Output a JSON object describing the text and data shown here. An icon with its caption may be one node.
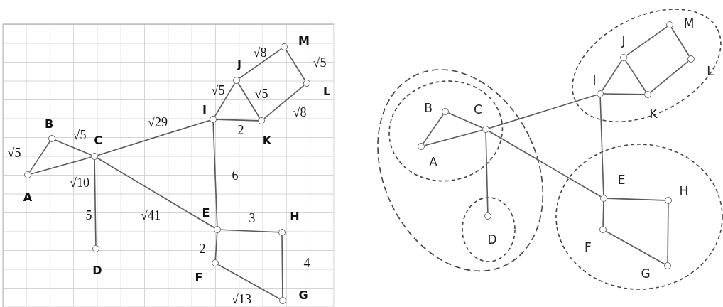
{
  "diagram": {
    "nodes": [
      {
        "text": [],
        "shape": "circle",
        "beside": [
          "A"
        ]
      },
      {
        "text": [],
        "shape": "circle",
        "beside": [
          "B"
        ]
      },
      {
        "text": [],
        "shape": "circle",
        "beside": [
          "C"
        ]
      },
      {
        "text": [],
        "shape": "circle",
        "beside": [
          "D"
        ]
      },
      {
        "text": [],
        "shape": "circle",
        "beside": [
          "E"
        ]
      },
      {
        "text": [],
        "shape": "circle",
        "beside": [
          "F"
        ]
      },
      {
        "text": [],
        "shape": "circle",
        "beside": [
          "G"
        ]
      },
      {
        "text": [],
        "shape": "circle",
        "beside": [
          "H"
        ]
      },
      {
        "text": [],
        "shape": "circle",
        "beside": [
          "I"
        ]
      },
      {
        "text": [],
        "shape": "circle",
        "beside": [
          "J"
        ]
      },
      {
        "text": [],
        "shape": "circle",
        "beside": [
          "K"
        ]
      },
      {
        "text": [],
        "shape": "circle",
        "beside": [
          "L"
        ]
      },
      {
        "text": [],
        "shape": "circle",
        "beside": [
          "M"
        ]
      },
      {
        "text": [],
        "shape": "ellipse"
      },
      {
        "text": [],
        "shape": "ellipse",
        "in": 13
      },
      {
        "text": [],
        "shape": "circle",
        "beside": [
          "A"
        ],
        "in": 14
      },
      {
        "text": [],
        "shape": "circle",
        "beside": [
          "B"
        ],
        "in": 14
      },
      {
        "text": [],
        "shape": "circle",
        "beside": [
          "C"
        ],
        "in": 14
      },
      {
        "text": [],
        "shape": "ellipse",
        "in": 13
      },
      {
        "text": [],
        "shape": "circle",
        "beside": [
          "D"
        ],
        "in": 18
      },
      {
        "text": [],
        "shape": "ellipse"
      },
      {
        "text": [],
        "shape": "circle",
        "beside": [
          "E"
        ],
        "in": 20
      },
      {
        "text": [],
        "shape": "circle",
        "beside": [
          "F"
        ],
        "in": 20
      },
      {
        "text": [],
        "shape": "circle",
        "beside": [
          "G"
        ],
        "in": 20
      },
      {
        "text": [],
        "shape": "circle",
        "beside": [
          "H"
        ],
        "in": 20
      },
      {
        "text": [],
        "shape": "ellipse"
      },
      {
        "text": [],
        "shape": "circle",
        "beside": [
          "I"
        ],
        "in": 25
      },
      {
        "text": [],
        "shape": "circle",
        "beside": [
          "J"
        ],
        "in": 25
      },
      {
        "text": [],
        "shape": "circle",
        "beside": [
          "K"
        ],
        "in": 25
      },
      {
        "text": [],
        "shape": "circle",
        "beside": [
          "L"
        ],
        "in": 25
      },
      {
        "text": [],
        "shape": "circle",
        "beside": [
          "M"
        ],
        "in": 25
      }
    ],
    "edges": [
      {
        "from": 0,
        "to": 1,
        "arrow": "none",
        "label": "√5"
      },
      {
        "from": 1,
        "to": 2,
        "arrow": "none",
        "label": "√5"
      },
      {
        "from": 0,
        "to": 2,
        "arrow": "none",
        "label": "√10"
      },
      {
        "from": 2,
        "to": 3,
        "arrow": "none",
        "label": "5"
      },
      {
        "from": 2,
        "to": 8,
        "arrow": "none",
        "label": "√29"
      },
      {
        "from": 2,
        "to": 4,
        "arrow": "none",
        "label": "√41"
      },
      {
        "from": 8,
        "to": 4,
        "arrow": "none",
        "label": "6"
      },
      {
        "from": 8,
        "to": 9,
        "arrow": "none",
        "label": "√5"
      },
      {
        "from": 8,
        "to": 10,
        "arrow": "none",
        "label": "2"
      },
      {
        "from": 9,
        "to": 10,
        "arrow": "none",
        "label": "√5"
      },
      {
        "from": 9,
        "to": 12,
        "arrow": "none",
        "label": "√8"
      },
      {
        "from": 12,
        "to": 11,
        "arrow": "none",
        "label": "√5"
      },
      {
        "from": 11,
        "to": 10,
        "arrow": "none",
        "label": "√8"
      },
      {
        "from": 4,
        "to": 7,
        "arrow": "none",
        "label": "3"
      },
      {
        "from": 4,
        "to": 5,
        "arrow": "none",
        "label": "2"
      },
      {
        "from": 7,
        "to": 6,
        "arrow": "none",
        "label": "4"
      },
      {
        "from": 5,
        "to": 6,
        "arrow": "none",
        "label": "√13"
      },
      {
        "from": 15,
        "to": 16,
        "arrow": "none"
      },
      {
        "from": 16,
        "to": 17,
        "arrow": "none"
      },
      {
        "from": 15,
        "to": 17,
        "arrow": "none"
      },
      {
        "from": 17,
        "to": 19,
        "arrow": "none"
      },
      {
        "from": 17,
        "to": 26,
        "arrow": "none"
      },
      {
        "from": 17,
        "to": 21,
        "arrow": "none"
      },
      {
        "from": 26,
        "to": 21,
        "arrow": "none"
      },
      {
        "from": 26,
        "to": 27,
        "arrow": "none"
      },
      {
        "from": 26,
        "to": 28,
        "arrow": "none"
      },
      {
        "from": 27,
        "to": 28,
        "arrow": "none"
      },
      {
        "from": 27,
        "to": 30,
        "arrow": "none"
      },
      {
        "from": 30,
        "to": 29,
        "arrow": "none"
      },
      {
        "from": 29,
        "to": 28,
        "arrow": "none"
      },
      {
        "from": 21,
        "to": 24,
        "arrow": "none"
      },
      {
        "from": 21,
        "to": 22,
        "arrow": "none"
      },
      {
        "from": 24,
        "to": 23,
        "arrow": "none"
      },
      {
        "from": 22,
        "to": 23,
        "arrow": "none"
      }
    ]
  }
}
